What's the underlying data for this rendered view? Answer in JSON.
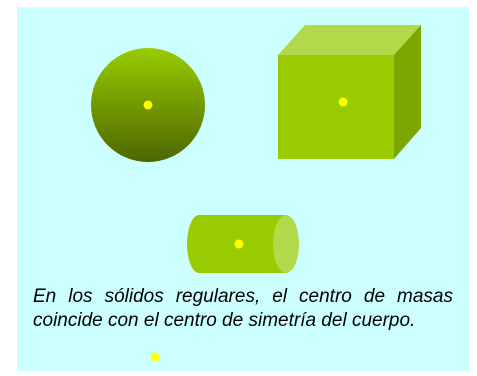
{
  "colors": {
    "background": "#ccffff",
    "solid_light": "#99cc00",
    "solid_top": "#b2d94a",
    "solid_side": "#7aa800",
    "sphere_dark": "#4d6600",
    "center_point": "#ffff00",
    "text": "#000000"
  },
  "figures": [
    {
      "name": "sphere",
      "shape": "sphere"
    },
    {
      "name": "cube",
      "shape": "cube"
    },
    {
      "name": "cylinder",
      "shape": "cylinder"
    }
  ],
  "caption": "En los sólidos regulares, el centro de masas coincide con el centro de simetría del cuerpo."
}
